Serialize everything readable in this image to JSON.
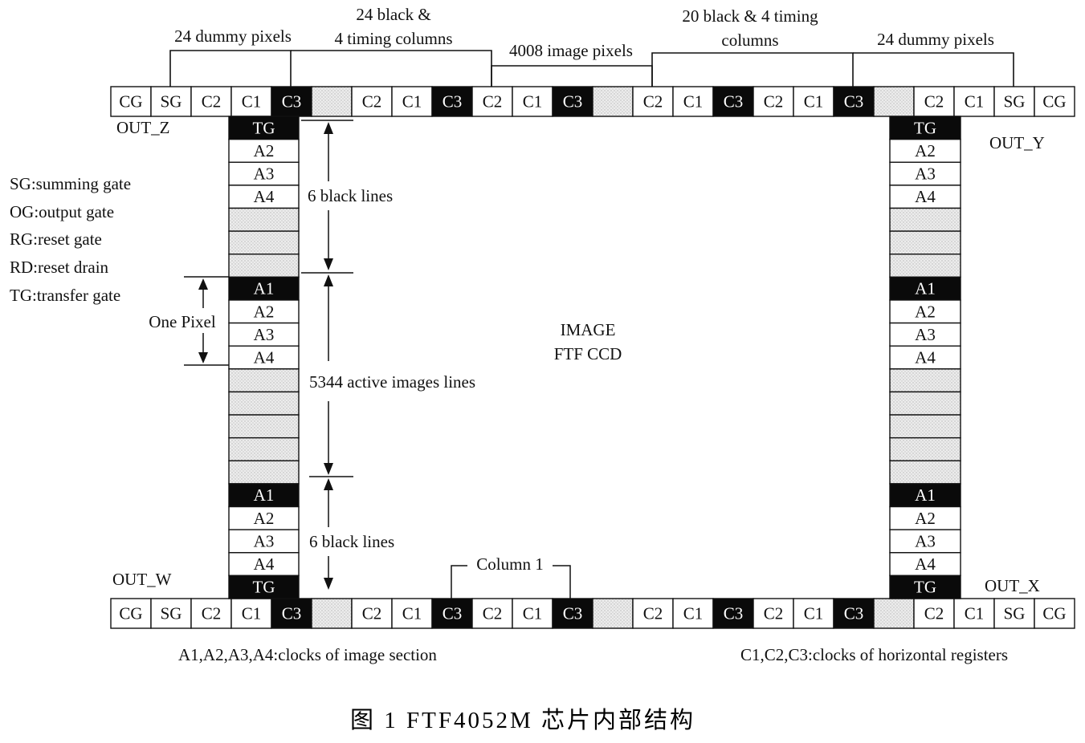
{
  "top_labels": {
    "dummy_left": "24 dummy pixels",
    "black_left_1": "24 black &",
    "black_left_2": "4 timing columns",
    "image_pixels": "4008 image pixels",
    "black_right_1": "20 black & 4 timing",
    "black_right_2": "columns",
    "dummy_right": "24 dummy pixels"
  },
  "outputs": {
    "z": "OUT_Z",
    "y": "OUT_Y",
    "w": "OUT_W",
    "x": "OUT_X"
  },
  "legend": [
    "SG:summing gate",
    "OG:output gate",
    "RG:reset gate",
    "RD:reset drain",
    "TG:transfer gate"
  ],
  "one_pixel": "One Pixel",
  "annotations": {
    "black_lines_top": "6 black lines",
    "active_lines": "5344 active images lines",
    "black_lines_bottom": "6 black lines",
    "column_1": "Column 1",
    "image_1": "IMAGE",
    "image_2": "FTF CCD"
  },
  "footnotes": {
    "image_clocks": "A1,A2,A3,A4:clocks of image section",
    "horizontal_clocks": "C1,C2,C3:clocks of horizontal registers"
  },
  "caption": "图 1   FTF4052M 芯片内部结构",
  "registers": {
    "top": [
      "CG",
      "SG",
      "C2",
      "C1",
      "C3",
      "",
      "C2",
      "C1",
      "C3",
      "C2",
      "C1",
      "C3",
      "",
      "C2",
      "C1",
      "C3",
      "C2",
      "C1",
      "C3",
      "",
      "C2",
      "C1",
      "SG",
      "CG"
    ],
    "bottom": [
      "CG",
      "SG",
      "C2",
      "C1",
      "C3",
      "",
      "C2",
      "C1",
      "C3",
      "C2",
      "C1",
      "C3",
      "",
      "C2",
      "C1",
      "C3",
      "C2",
      "C1",
      "C3",
      "",
      "C2",
      "C1",
      "SG",
      "CG"
    ]
  },
  "columns": {
    "left": [
      "TG",
      "A2",
      "A3",
      "A4",
      "",
      "",
      "",
      "A1",
      "A2",
      "A3",
      "A4",
      "",
      "",
      "",
      "",
      "",
      "A1",
      "A2",
      "A3",
      "A4",
      "TG"
    ],
    "right": [
      "TG",
      "A2",
      "A3",
      "A4",
      "",
      "",
      "",
      "A1",
      "A2",
      "A3",
      "A4",
      "",
      "",
      "",
      "",
      "",
      "A1",
      "A2",
      "A3",
      "A4",
      "TG"
    ]
  },
  "colors": {
    "black_cell": "#0a0a0a",
    "gray_cell": "#e9e9e9",
    "white_cell": "#ffffff",
    "line": "#111111"
  }
}
